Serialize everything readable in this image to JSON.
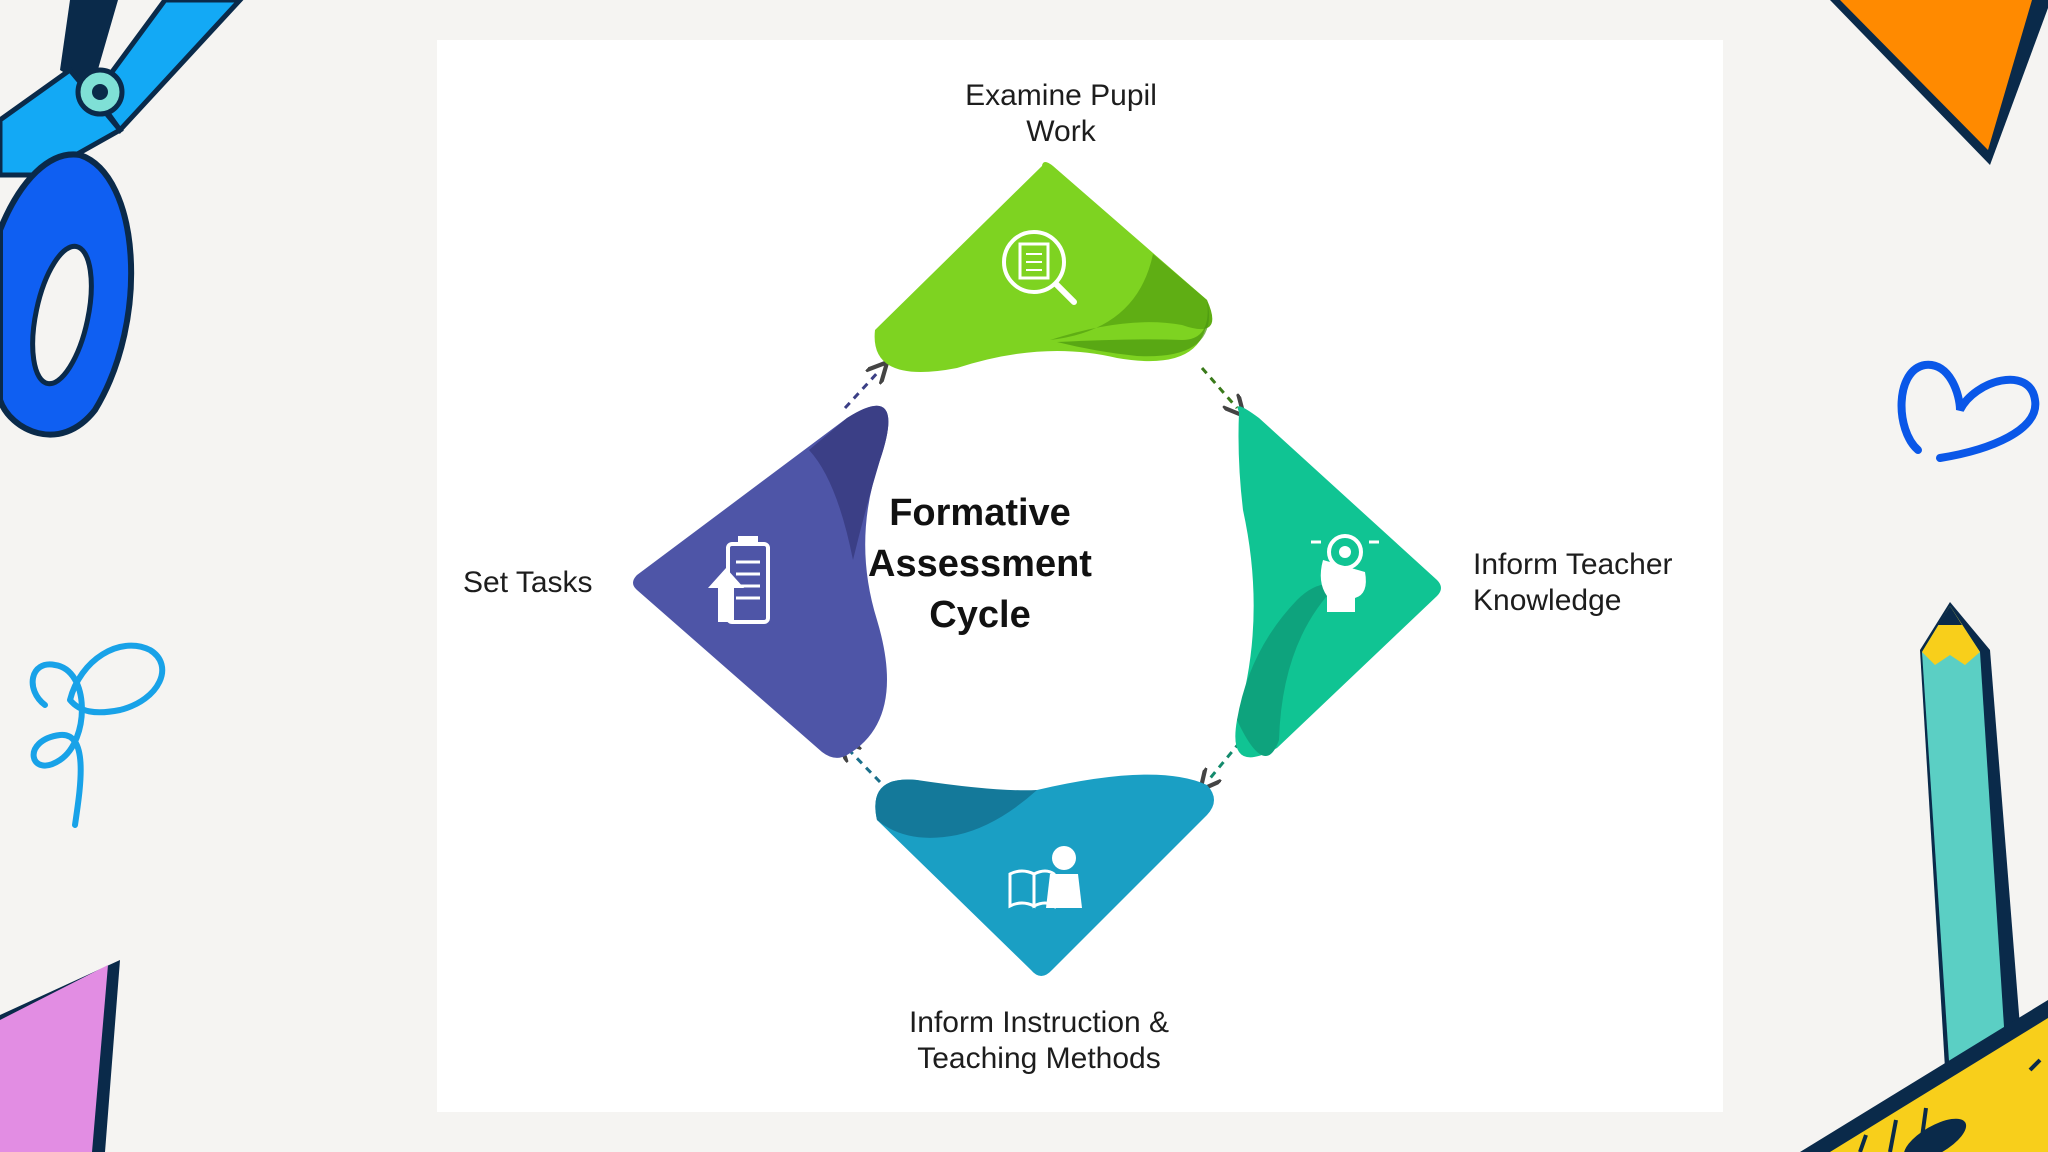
{
  "diagram": {
    "title": "Formative\nAssessment\nCycle",
    "steps": [
      {
        "label": "Examine Pupil\nWork",
        "icon": "magnifier-document-icon",
        "color": "#7ed321"
      },
      {
        "label": "Inform Teacher\nKnowledge",
        "icon": "head-gear-icon",
        "color": "#10c493"
      },
      {
        "label": "Inform Instruction &\nTeaching Methods",
        "icon": "reading-person-icon",
        "color": "#1a9fc4"
      },
      {
        "label": "Set Tasks",
        "icon": "clipboard-upload-icon",
        "color": "#4e55a7"
      }
    ]
  },
  "decorations": {
    "scissors": {
      "icon": "scissors-icon",
      "color": "#0f5ff2"
    },
    "orange_triangle": {
      "icon": "orange-triangle-decoration",
      "color": "#ff8a00"
    },
    "heart": {
      "icon": "heart-doodle-icon",
      "color": "#0a57e8"
    },
    "squiggle": {
      "icon": "squiggle-doodle-icon",
      "color": "#18a2e8"
    },
    "pink_triangle": {
      "icon": "pink-triangle-decoration",
      "color": "#e28de3"
    },
    "pencil": {
      "icon": "pencil-icon",
      "color": "#5bcfc4"
    },
    "ruler": {
      "icon": "ruler-icon",
      "color": "#f8cf1b"
    }
  }
}
